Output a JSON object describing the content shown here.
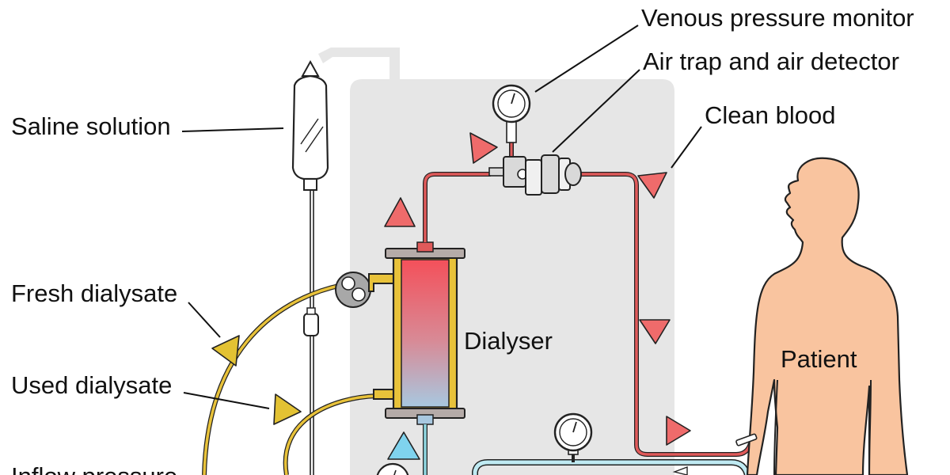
{
  "labels": {
    "venous_pressure_monitor": "Venous pressure monitor",
    "air_trap": "Air trap and air detector",
    "clean_blood": "Clean blood",
    "saline_solution": "Saline solution",
    "fresh_dialysate": "Fresh dialysate",
    "used_dialysate": "Used dialysate",
    "dialyser": "Dialyser",
    "patient": "Patient",
    "inflow_pressure": "Inflow pressure"
  },
  "colors": {
    "machine_panel": "#e6e6e6",
    "blood_line": "#e05a5a",
    "dialysate_line": "#e8c23a",
    "return_line": "#8fd6e0",
    "arrow_red": "#ef6b6b",
    "arrow_yellow": "#e3c233",
    "arrow_blue": "#7fd3ee",
    "skin": "#f9c49f",
    "outline": "#222222"
  },
  "icons": [
    "pressure-gauge-icon",
    "saline-bag-icon",
    "air-trap-icon",
    "dialysate-pump-icon"
  ]
}
